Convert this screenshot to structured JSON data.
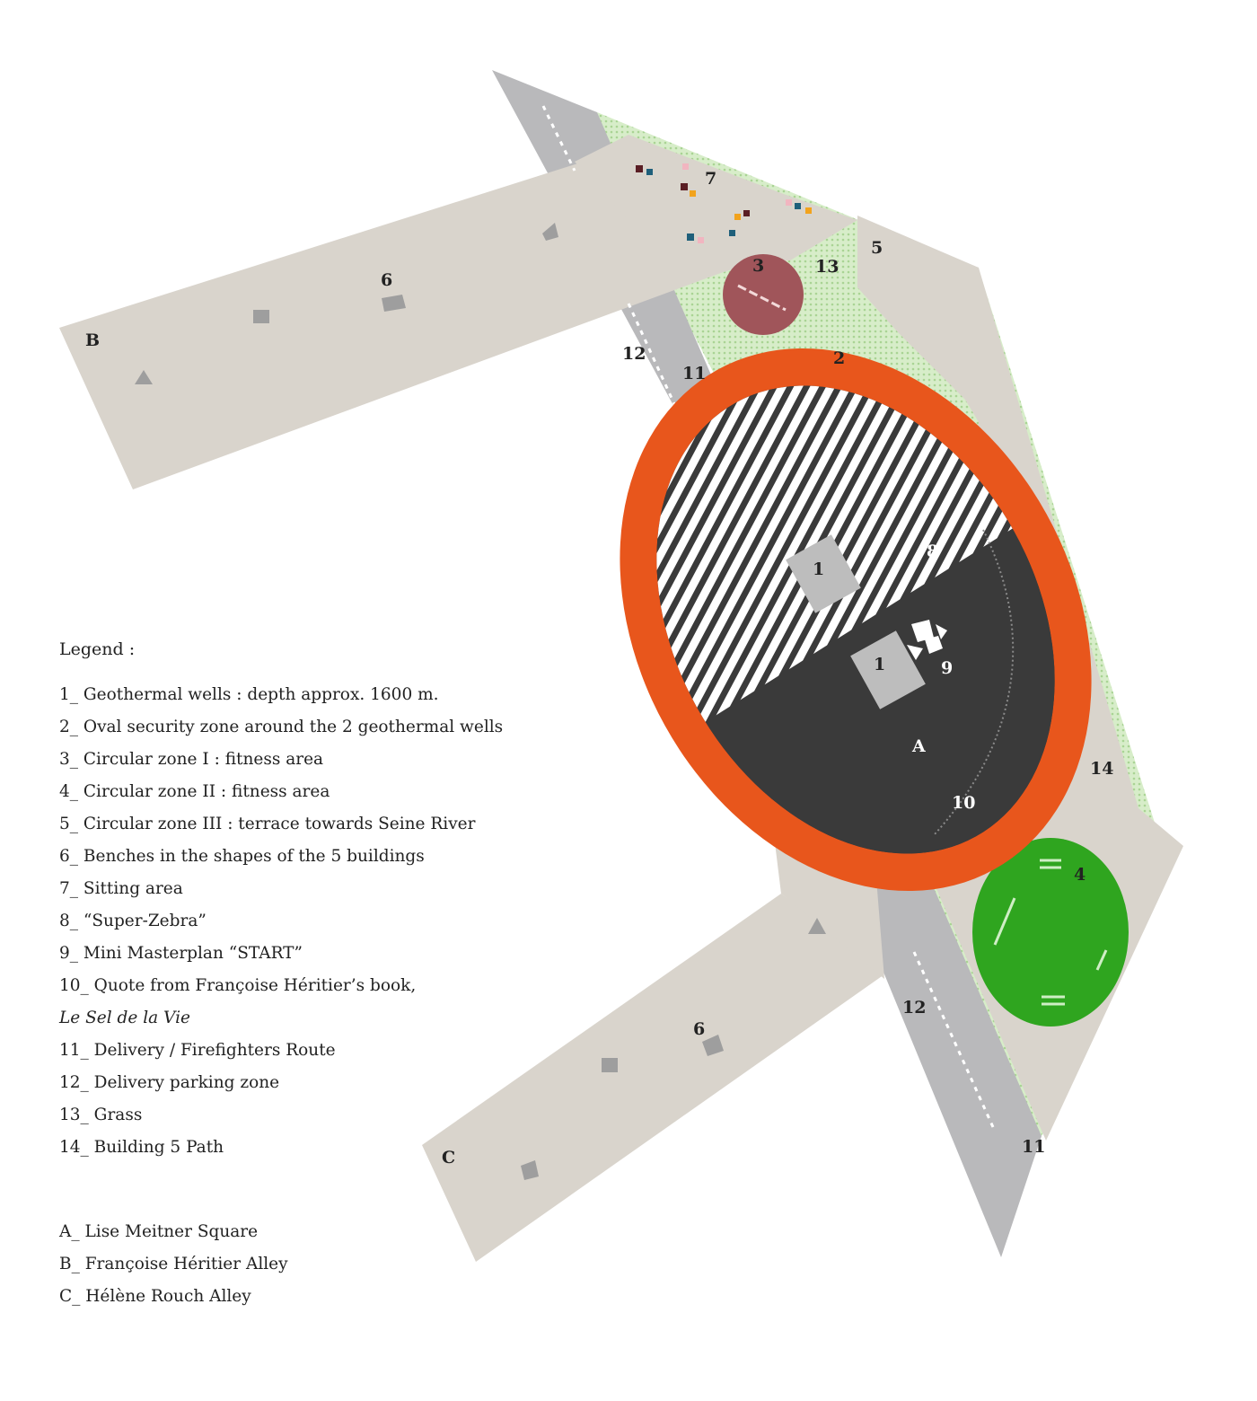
{
  "legend": {
    "title": "Legend :",
    "items": [
      "1_ Geothermal wells : depth approx. 1600 m.",
      "2_ Oval security zone around the 2 geothermal wells",
      "3_ Circular zone I : fitness area",
      "4_ Circular zone II : fitness area",
      "5_ Circular zone III : terrace towards Seine River",
      "6_ Benches in the shapes of the 5 buildings",
      "7_ Sitting area",
      "8_ “Super-Zebra”",
      "9_ Mini Masterplan “START”",
      "10_ Quote from Françoise Héritier’s book,",
      "Le Sel de la Vie",
      "11_ Delivery / Firefighters Route",
      "12_ Delivery parking zone",
      "13_ Grass",
      "14_ Building 5 Path"
    ],
    "places": [
      "A_ Lise Meitner Square",
      "B_ Françoise Héritier Alley",
      "C_ Hélène Rouch Alley"
    ]
  },
  "map_labels": {
    "n1a": "1",
    "n1b": "1",
    "n2": "2",
    "n3": "3",
    "n4": "4",
    "n5": "5",
    "n6a": "6",
    "n6b": "6",
    "n7": "7",
    "n8": "8",
    "n9": "9",
    "n10": "10",
    "n11a": "11",
    "n11b": "11",
    "n12a": "12",
    "n12b": "12",
    "n13": "13",
    "n14": "14",
    "A": "A",
    "B": "B",
    "C": "C"
  },
  "colors": {
    "paving": "#d9d4cc",
    "road": "#b9b9bb",
    "grass": "#cfe8bf",
    "oval_ring": "#e8561c",
    "plaza_dark": "#3a3a3a",
    "zone1": "#a0555a",
    "zone2": "#2fa51f",
    "well": "#bdbdbd"
  }
}
